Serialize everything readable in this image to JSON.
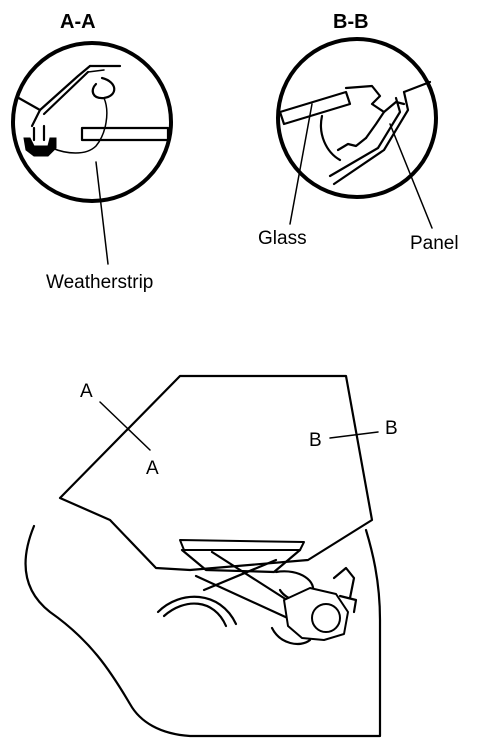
{
  "sections": {
    "aa_title": "A-A",
    "bb_title": "B-B"
  },
  "callouts": {
    "weatherstrip": "Weatherstrip",
    "glass": "Glass",
    "panel": "Panel"
  },
  "markers": {
    "a_top": "A",
    "a_bottom": "A",
    "b_left": "B",
    "b_right": "B"
  }
}
